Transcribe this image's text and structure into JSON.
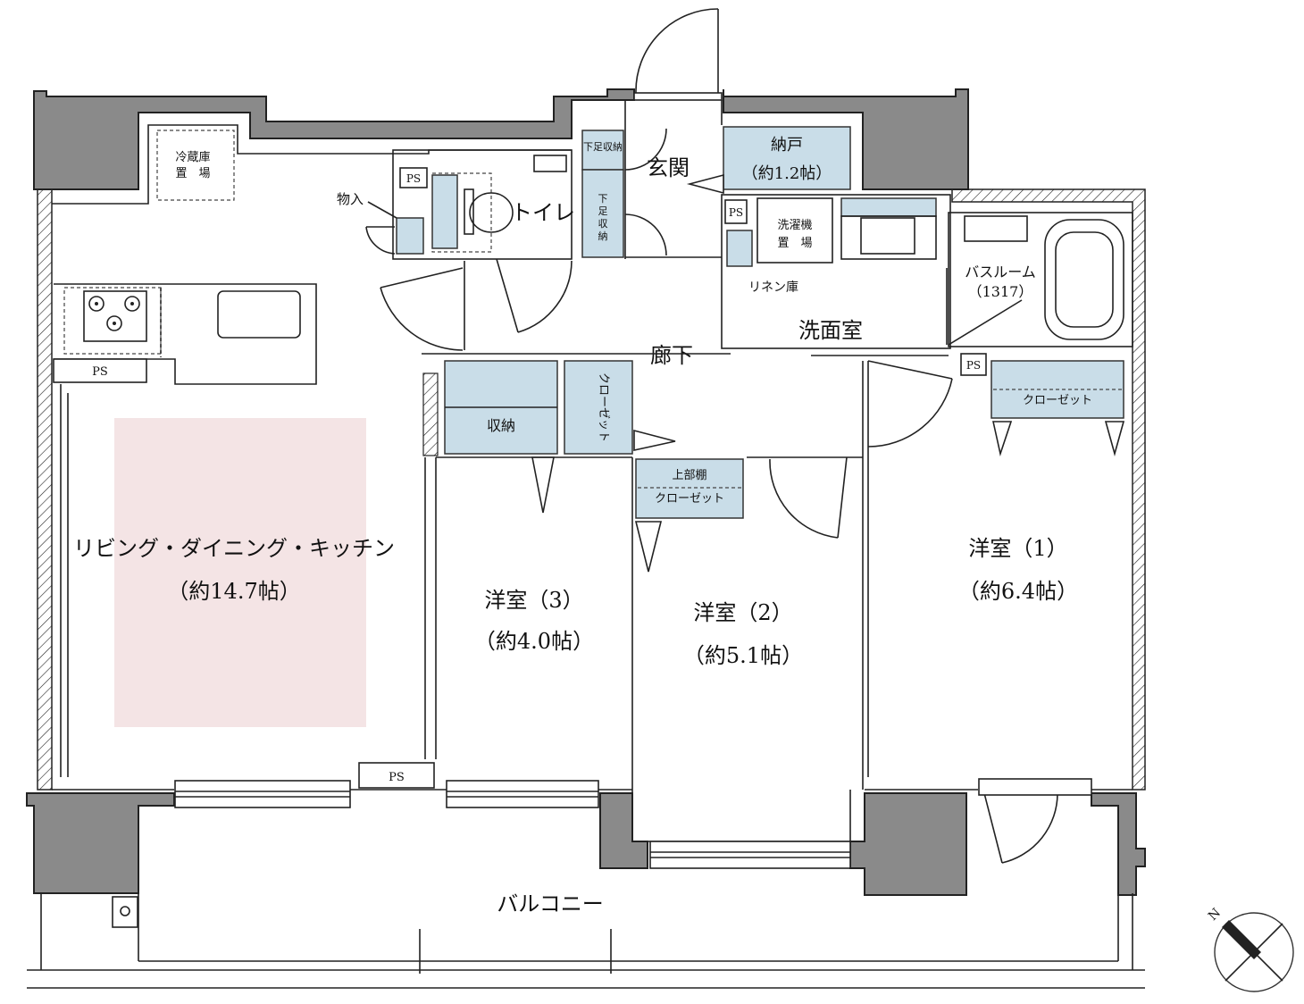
{
  "rooms": {
    "ldk_name": "リビング・ダイニング・キッチン",
    "ldk_area": "（約14.7帖）",
    "room1_name": "洋室（1）",
    "room1_area": "（約6.4帖）",
    "room2_name": "洋室（2）",
    "room2_area": "（約5.1帖）",
    "room3_name": "洋室（3）",
    "room3_area": "（約4.0帖）",
    "storage_room": "納戸",
    "storage_room_area": "（約1.2帖）",
    "entrance": "玄関",
    "toilet": "トイレ",
    "washroom": "洗面室",
    "hallway": "廊下",
    "bathroom": "バスルーム",
    "bathroom_size": "（1317）",
    "balcony": "バルコニー"
  },
  "fixtures": {
    "fridge_line1": "冷蔵庫",
    "fridge_line2": "置　場",
    "washer_line1": "洗濯機",
    "washer_line2": "置　場",
    "linen": "リネン庫",
    "storage_item": "物入",
    "shoe_upper": "下足収納",
    "shoe_lower_1": "下",
    "shoe_lower_2": "足",
    "shoe_lower_3": "収",
    "shoe_lower_4": "納",
    "closet_storage": "収納",
    "closet_v": "クローゼット",
    "closet_h1": "クローゼット",
    "closet_h2": "クローゼット",
    "upper_shelf": "上部棚",
    "ps": "PS"
  },
  "colors": {
    "wall": "#8a8a8a",
    "storage_fill": "#c9dde8",
    "ldk_fill": "#f4e4e5"
  },
  "compass": {
    "label": "N"
  }
}
